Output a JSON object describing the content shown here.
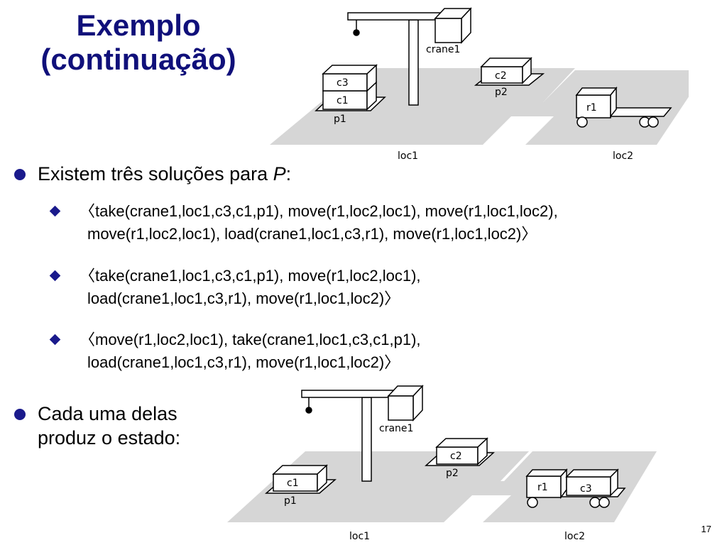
{
  "title": {
    "line1": "Exemplo",
    "line2": "(continuação)"
  },
  "bullet1": {
    "text_prefix": "Existem três soluções para ",
    "var": "P",
    "suffix": ":"
  },
  "solutions": [
    {
      "line1": "〈take(crane1,loc1,c3,c1,p1),  move(r1,loc2,loc1),  move(r1,loc1,loc2),",
      "line2": "move(r1,loc2,loc1),  load(crane1,loc1,c3,r1),  move(r1,loc1,loc2)〉"
    },
    {
      "line1": "〈take(crane1,loc1,c3,c1,p1),  move(r1,loc2,loc1),",
      "line2": "load(crane1,loc1,c3,r1),  move(r1,loc1,loc2)〉"
    },
    {
      "line1": "〈move(r1,loc2,loc1),  take(crane1,loc1,c3,c1,p1),",
      "line2": "load(crane1,loc1,c3,r1),  move(r1,loc1,loc2)〉"
    }
  ],
  "bullet2": {
    "line1": "Cada uma delas",
    "line2": "produz o estado:"
  },
  "diagram_top": {
    "crane": "crane1",
    "c3": "c3",
    "c1": "c1",
    "p1": "p1",
    "c2": "c2",
    "p2": "p2",
    "r1": "r1",
    "loc1": "loc1",
    "loc2": "loc2"
  },
  "diagram_bottom": {
    "crane": "crane1",
    "c1": "c1",
    "p1": "p1",
    "c2": "c2",
    "p2": "p2",
    "r1": "r1",
    "c3": "c3",
    "loc1": "loc1",
    "loc2": "loc2"
  },
  "page_number": "17",
  "colors": {
    "title": "#10107a",
    "bullet": "#1a1a8c",
    "floor": "#d6d6d6"
  }
}
